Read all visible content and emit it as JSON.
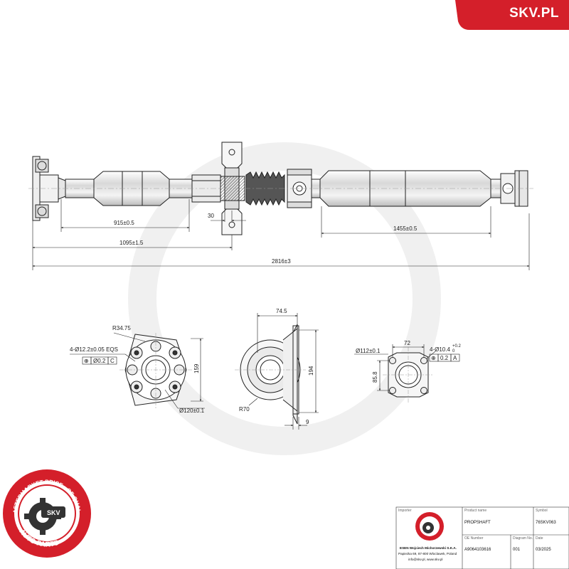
{
  "brand": {
    "name": "SKV.PL",
    "color": "#d41f2a"
  },
  "badge": {
    "ring_text": "AFTERMARKET PRICE · OF QUALITY",
    "center_text": "SKV",
    "bottom_text": "AUTO PARTS",
    "color": "#d41f2a"
  },
  "shaft_dims": {
    "d915": "915±0.5",
    "d30": "30",
    "d1095": "1095±1.5",
    "d1455": "1455±0.5",
    "d2816": "2816±3"
  },
  "flange_dims": {
    "radius": "R34.75",
    "holes": "4-Ø12.2±0.05 EQS",
    "tol_value": "Ø0.2",
    "tol_ref": "C",
    "height": "159",
    "pcd": "Ø120±0.1"
  },
  "bearing_dims": {
    "width": "74.5",
    "height": "194",
    "radius": "R70",
    "foot": "9"
  },
  "yoke_dims": {
    "diameter": "Ø112±0.1",
    "width": "72",
    "holes": "4-Ø10.4",
    "holes_tol": "+0.2",
    "holes_tol_low": "0",
    "tol_value": "0.2",
    "tol_ref": "A",
    "height": "85.8"
  },
  "title_block": {
    "importer_label": "Importer",
    "importer_name": "ESEN Wojciech Michorzewski S.K.A.",
    "importer_address": "Papiezka 69, 87-800 Wloclawek, Poland",
    "importer_contact": "info@skv.pl, www.skv.pl",
    "product_label": "Product name",
    "product_value": "PROPSHAFT",
    "symbol_label": "Symbol",
    "symbol_value": "76SKV063",
    "oe_label": "OE Number",
    "oe_value": "A9064103616",
    "diagram_label": "Diagram No.",
    "diagram_value": "001",
    "date_label": "Date",
    "date_value": "03/2025"
  }
}
